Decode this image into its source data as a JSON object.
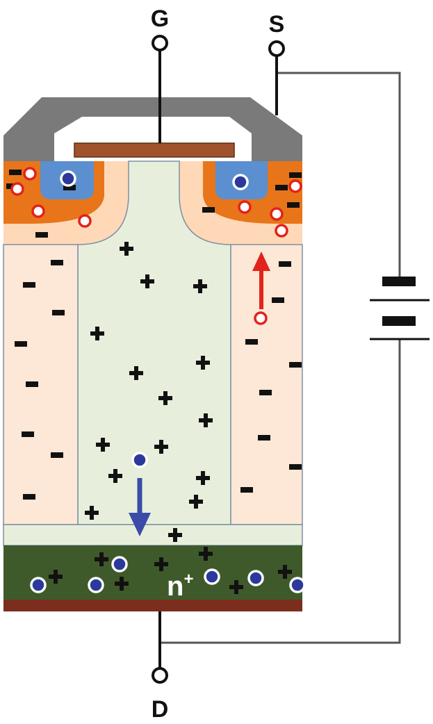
{
  "terminals": {
    "gate": "G",
    "source": "S",
    "drain": "D"
  },
  "regions": {
    "substrate_label": "n",
    "substrate_superscript": "+"
  },
  "colors": {
    "oxide": "#7a7a7a",
    "gate_electrode": "#a0522d",
    "p_well": "#ffd8b8",
    "p_plus": "#e8751a",
    "n_source": "#5b8fd0",
    "pillar_p": "#fde7d6",
    "pillar_n": "#e7efdc",
    "substrate_n_plus": "#3f5a2a",
    "drain_metal": "#7b2d1e",
    "electron": "#2b3a9a",
    "hole": "#e2231a",
    "wire": "#222222",
    "circuit_wire": "#555555"
  },
  "icons": {
    "electron": "filled-blue-circle",
    "hole": "open-red-circle",
    "positive_charge": "plus-sign",
    "negative_charge": "minus-bar",
    "battery": "battery-symbol"
  }
}
